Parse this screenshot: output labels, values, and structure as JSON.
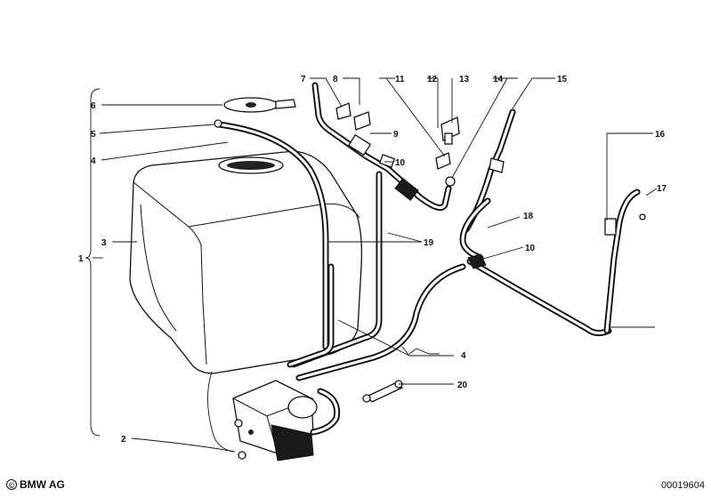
{
  "labels": {
    "l1": "1",
    "l2": "2",
    "l3": "3",
    "l4a": "4",
    "l4b": "4",
    "l5": "5",
    "l6": "6",
    "l7": "7",
    "l8": "8",
    "l9": "9",
    "l10a": "10",
    "l10b": "10",
    "l11": "11",
    "l12": "12",
    "l13": "13",
    "l14": "14",
    "l15": "15",
    "l16": "16",
    "l17": "17",
    "l18": "18",
    "l19": "19",
    "l20": "20"
  },
  "footer": {
    "copyright_symbol": "©",
    "copyright_text": "BMW AG",
    "diagram_number": "00019604"
  }
}
